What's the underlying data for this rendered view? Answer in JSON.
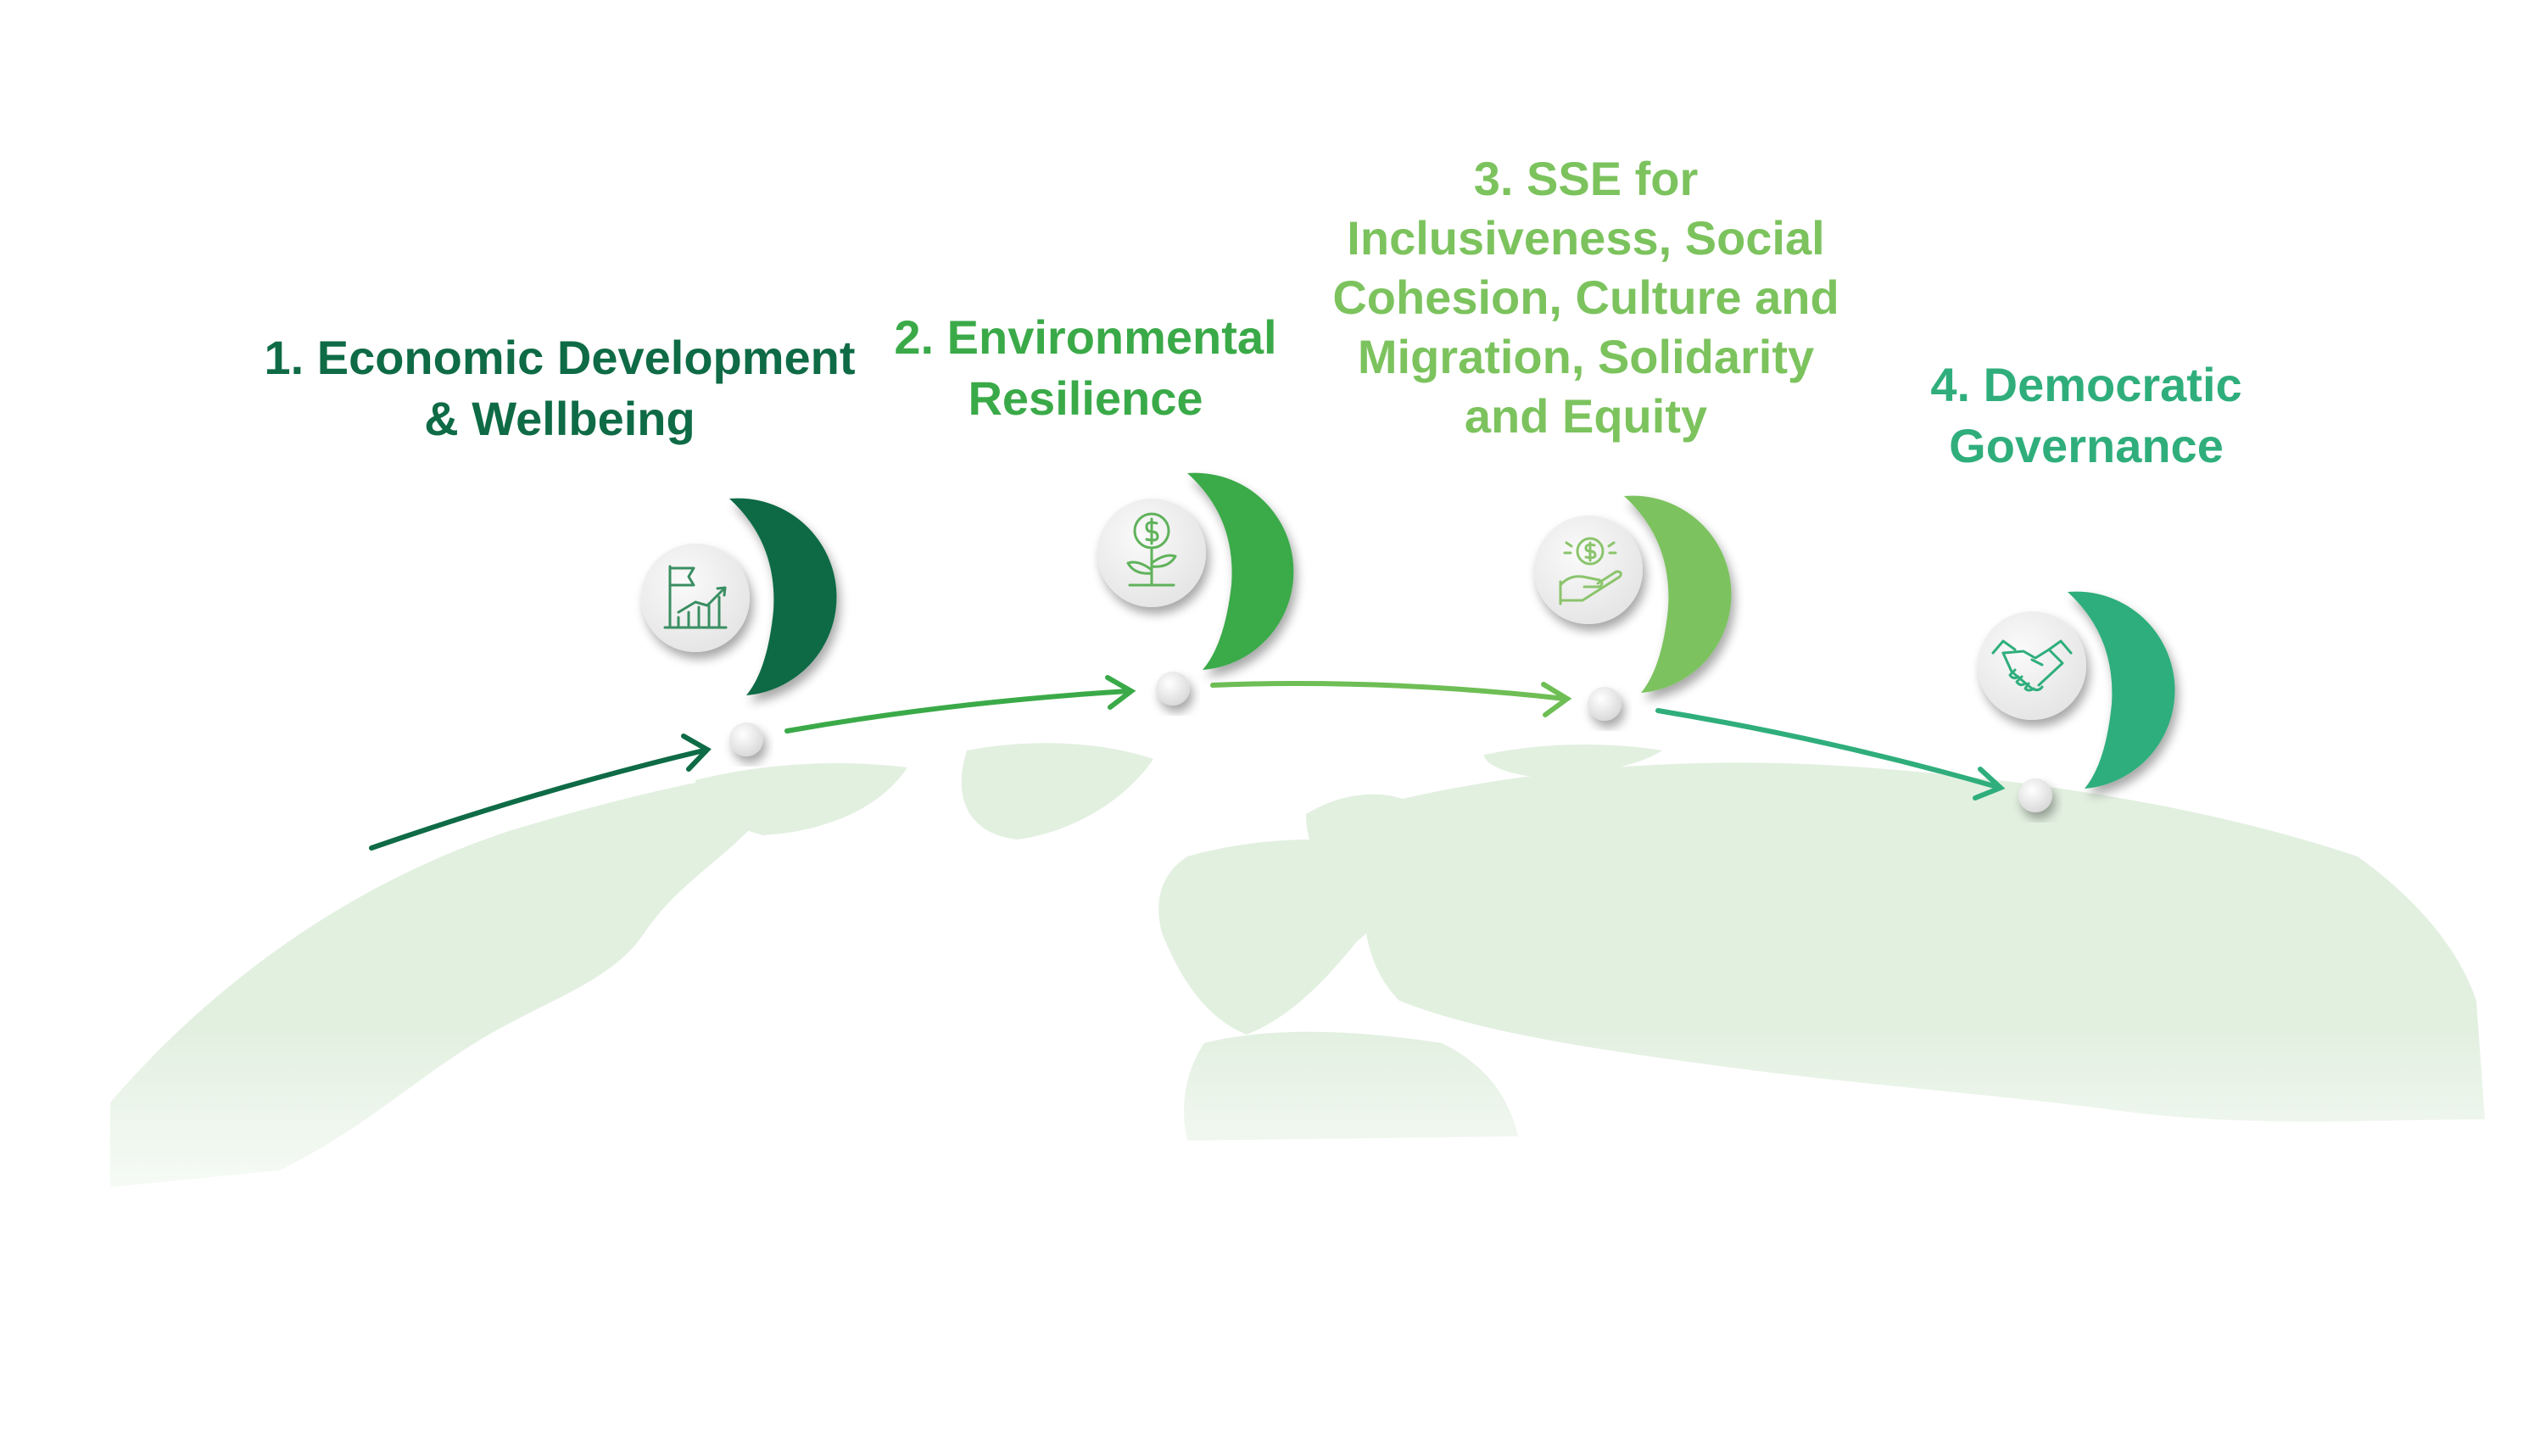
{
  "steps": [
    {
      "number": "1.",
      "lines": [
        "1. Economic Development",
        "& Wellbeing"
      ],
      "color": "#0e6b45",
      "icon": "growth-chart-flag-icon"
    },
    {
      "number": "2.",
      "lines": [
        "2. Environmental",
        "Resilience"
      ],
      "color": "#3aaa48",
      "icon": "money-plant-icon"
    },
    {
      "number": "3.",
      "lines": [
        "3. SSE for",
        "Inclusiveness, Social",
        "Cohesion, Culture and",
        "Migration, Solidarity",
        "and Equity"
      ],
      "color": "#7cc35e",
      "icon": "hand-coin-icon"
    },
    {
      "number": "4.",
      "lines": [
        "4. Democratic",
        "Governance"
      ],
      "color": "#2fae7c",
      "icon": "handshake-icon"
    }
  ],
  "colors": {
    "map": "#e2f0e0",
    "pin_face": "#f1f1f1",
    "icon_stroke_1": "#3a8e62",
    "icon_stroke_2": "#5fb25a",
    "icon_stroke_3": "#8bc46c",
    "icon_stroke_4": "#2fae7c"
  }
}
